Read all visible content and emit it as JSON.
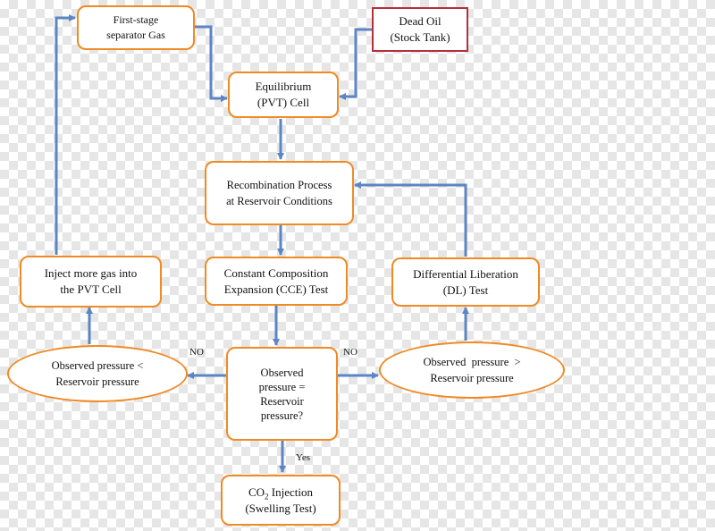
{
  "nodes": {
    "first_stage_gas": {
      "line1": "First-stage",
      "line2": "separator Gas"
    },
    "dead_oil": {
      "line1": "Dead Oil",
      "line2": "(Stock Tank)"
    },
    "equilibrium": {
      "line1": "Equilibrium",
      "line2": "(PVT) Cell"
    },
    "recombination": {
      "line1": "Recombination Process",
      "line2": "at Reservoir Conditions"
    },
    "cce": {
      "line1": "Constant Composition",
      "line2": "Expansion (CCE) Test"
    },
    "dl": {
      "line1": "Differential Liberation",
      "line2": "(DL) Test"
    },
    "inject_gas": {
      "line1": "Inject more gas into",
      "line2": "the PVT Cell"
    },
    "obs_less": {
      "line1": "Observed pressure <",
      "line2": "Reservoir pressure"
    },
    "decision": {
      "line1": "Observed",
      "line2": "pressure =",
      "line3": "Reservoir",
      "line4": "pressure?"
    },
    "obs_greater": {
      "line1": "Observed  pressure  >",
      "line2": "Reservoir pressure"
    },
    "co2": {
      "prefix": "CO",
      "sub": "2",
      "suffix": " Injection",
      "line2": "(Swelling Test)"
    }
  },
  "edge_labels": {
    "no_left": "NO",
    "no_right": "NO",
    "yes": "Yes"
  },
  "colors": {
    "node_border": "#f08a24",
    "dead_oil_border": "#b3303a",
    "arrow": "#5b85c4"
  }
}
